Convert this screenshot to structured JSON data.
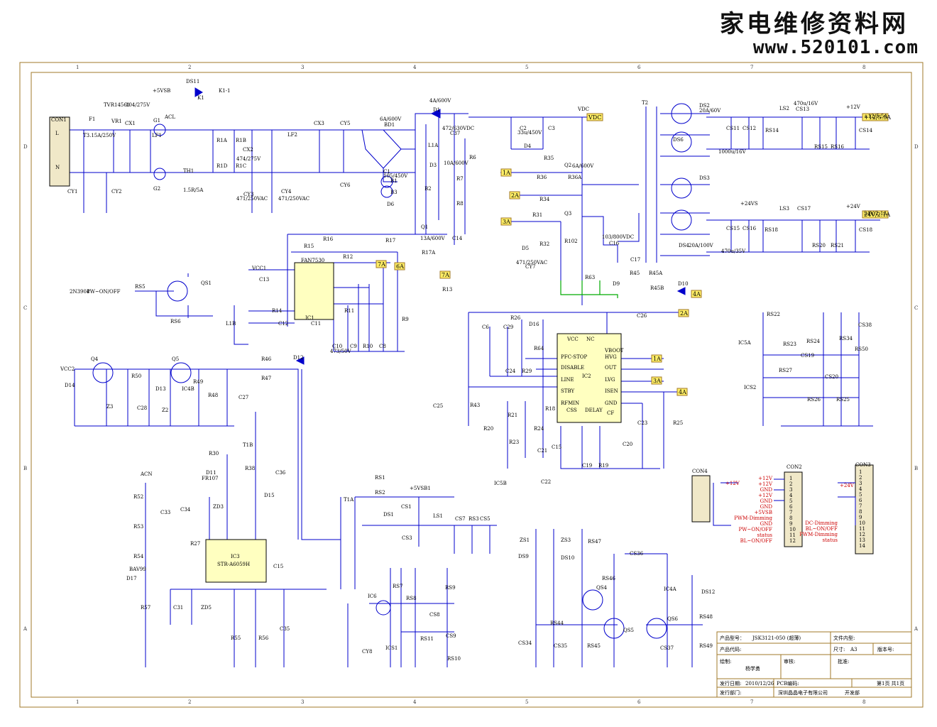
{
  "watermark": {
    "cn": "家电维修资料网",
    "url": "www.520101.com"
  },
  "colors": {
    "wire": "#0000cc",
    "frame": "#a07828",
    "tag": "#ffee66",
    "green": "#00aa00",
    "red": "#cc0000"
  },
  "grid": {
    "cols": [
      "1",
      "2",
      "3",
      "4",
      "5",
      "6",
      "7",
      "8"
    ],
    "rows": [
      "D",
      "C",
      "B",
      "A"
    ]
  },
  "labels": [
    {
      "id": "con1",
      "t": "CON1"
    },
    {
      "id": "L",
      "t": "L"
    },
    {
      "id": "N",
      "t": "N"
    },
    {
      "id": "F1",
      "t": "F1"
    },
    {
      "id": "F1v",
      "t": "T3.15A/250V"
    },
    {
      "id": "VR1",
      "t": "VR1"
    },
    {
      "id": "VR1v",
      "t": "TVR14561"
    },
    {
      "id": "CX1",
      "t": "CX1"
    },
    {
      "id": "CX1v",
      "t": "104/275V"
    },
    {
      "id": "G1",
      "t": "G1"
    },
    {
      "id": "LF1",
      "t": "LF1"
    },
    {
      "id": "G2",
      "t": "G2"
    },
    {
      "id": "TH1",
      "t": "TH1"
    },
    {
      "id": "TH1v",
      "t": "1.5R/5A"
    },
    {
      "id": "ACL",
      "t": "ACL"
    },
    {
      "id": "DS11",
      "t": "DS11"
    },
    {
      "id": "K1",
      "t": "K1"
    },
    {
      "id": "K11",
      "t": "K1-1"
    },
    {
      "id": "p5vsb",
      "t": "+5VSB"
    },
    {
      "id": "R1A",
      "t": "R1A"
    },
    {
      "id": "R1B",
      "t": "R1B"
    },
    {
      "id": "R1C",
      "t": "R1C"
    },
    {
      "id": "R1D",
      "t": "R1D"
    },
    {
      "id": "CX2",
      "t": "CX2"
    },
    {
      "id": "CX2v",
      "t": "474/275V"
    },
    {
      "id": "LF2",
      "t": "LF2"
    },
    {
      "id": "CX3",
      "t": "CX3"
    },
    {
      "id": "CY5",
      "t": "CY5"
    },
    {
      "id": "CY6",
      "t": "CY6"
    },
    {
      "id": "CY1",
      "t": "CY1"
    },
    {
      "id": "CY2",
      "t": "CY2"
    },
    {
      "id": "CY3",
      "t": "CY3"
    },
    {
      "id": "CY4",
      "t": "CY4"
    },
    {
      "id": "CY3v",
      "t": "471/250VAC"
    },
    {
      "id": "CY4v",
      "t": "471/250VAC"
    },
    {
      "id": "BD1",
      "t": "BD1"
    },
    {
      "id": "BD1v",
      "t": "6A/600V"
    },
    {
      "id": "C1",
      "t": "C1"
    },
    {
      "id": "C1v",
      "t": "105/450V"
    },
    {
      "id": "B1",
      "t": "B1"
    },
    {
      "id": "B2",
      "t": "B2"
    },
    {
      "id": "B3",
      "t": "B3"
    },
    {
      "id": "D1",
      "t": "D1"
    },
    {
      "id": "D1v",
      "t": "4A/600V"
    },
    {
      "id": "C37",
      "t": "C37"
    },
    {
      "id": "C37v",
      "t": "472/630VDC"
    },
    {
      "id": "L1A",
      "t": "L1A"
    },
    {
      "id": "D3",
      "t": "D3"
    },
    {
      "id": "D3v",
      "t": "10A/600V"
    },
    {
      "id": "R6",
      "t": "R6"
    },
    {
      "id": "R7",
      "t": "R7"
    },
    {
      "id": "R8",
      "t": "R8"
    },
    {
      "id": "VDC",
      "t": "VDC"
    },
    {
      "id": "C2",
      "t": "C2"
    },
    {
      "id": "C3",
      "t": "C3"
    },
    {
      "id": "C2v",
      "t": "33u/450V"
    },
    {
      "id": "D4",
      "t": "D4"
    },
    {
      "id": "R35",
      "t": "R35"
    },
    {
      "id": "Q2",
      "t": "Q2"
    },
    {
      "id": "Q2v",
      "t": "6A/600V"
    },
    {
      "id": "R36",
      "t": "R36"
    },
    {
      "id": "R34",
      "t": "R34"
    },
    {
      "id": "R36A",
      "t": "R36A"
    },
    {
      "id": "Q3",
      "t": "Q3"
    },
    {
      "id": "R31",
      "t": "R31"
    },
    {
      "id": "R32",
      "t": "R32"
    },
    {
      "id": "D5",
      "t": "D5"
    },
    {
      "id": "R102",
      "t": "R102"
    },
    {
      "id": "R63",
      "t": "R63"
    },
    {
      "id": "C16",
      "t": "C16"
    },
    {
      "id": "C16v",
      "t": "103/800VDC"
    },
    {
      "id": "C17",
      "t": "C17"
    },
    {
      "id": "CY7",
      "t": "CY7"
    },
    {
      "id": "CY7v",
      "t": "471/250VAC"
    },
    {
      "id": "T2",
      "t": "T2"
    },
    {
      "id": "DS2",
      "t": "DS2"
    },
    {
      "id": "DS2v",
      "t": "20A/60V"
    },
    {
      "id": "DS6",
      "t": "DS6"
    },
    {
      "id": "DS3",
      "t": "DS3"
    },
    {
      "id": "DS4",
      "t": "DS4"
    },
    {
      "id": "DS4v",
      "t": "20A/100V"
    },
    {
      "id": "CS11",
      "t": "CS11"
    },
    {
      "id": "CS12",
      "t": "CS12"
    },
    {
      "id": "CS11v",
      "t": "1000u/16V"
    },
    {
      "id": "LS2",
      "t": "LS2"
    },
    {
      "id": "CS13",
      "t": "CS13"
    },
    {
      "id": "CS13v",
      "t": "470u/16V"
    },
    {
      "id": "RS14",
      "t": "RS14"
    },
    {
      "id": "RS15",
      "t": "RS15"
    },
    {
      "id": "RS16",
      "t": "RS16"
    },
    {
      "id": "CS14",
      "t": "CS14"
    },
    {
      "id": "p12v",
      "t": "+12V"
    },
    {
      "id": "p12v55",
      "t": "+12/5.5A"
    },
    {
      "id": "p24vs",
      "t": "+24VS"
    },
    {
      "id": "LS3",
      "t": "LS3"
    },
    {
      "id": "CS17",
      "t": "CS17"
    },
    {
      "id": "CS15",
      "t": "CS15"
    },
    {
      "id": "CS16",
      "t": "CS16"
    },
    {
      "id": "CS15v",
      "t": "470u/35V"
    },
    {
      "id": "RS18",
      "t": "RS18"
    },
    {
      "id": "RS20",
      "t": "RS20"
    },
    {
      "id": "RS21",
      "t": "RS21"
    },
    {
      "id": "CS18",
      "t": "CS18"
    },
    {
      "id": "p24v",
      "t": "+24V"
    },
    {
      "id": "p24v21",
      "t": "24V/2.1A"
    },
    {
      "id": "Q1",
      "t": "Q1"
    },
    {
      "id": "Q1v",
      "t": "13A/600V"
    },
    {
      "id": "D6",
      "t": "D6"
    },
    {
      "id": "R16",
      "t": "R16"
    },
    {
      "id": "R17",
      "t": "R17"
    },
    {
      "id": "R17A",
      "t": "R17A"
    },
    {
      "id": "R13",
      "t": "R13"
    },
    {
      "id": "C14",
      "t": "C14"
    },
    {
      "id": "R15",
      "t": "R15"
    },
    {
      "id": "R12",
      "t": "R12"
    },
    {
      "id": "FAN",
      "t": "FAN7530"
    },
    {
      "id": "IC1",
      "t": "IC1"
    },
    {
      "id": "C13",
      "t": "C13"
    },
    {
      "id": "R14",
      "t": "R14"
    },
    {
      "id": "C12",
      "t": "C12"
    },
    {
      "id": "C11",
      "t": "C11"
    },
    {
      "id": "R11",
      "t": "R11"
    },
    {
      "id": "C10",
      "t": "C10"
    },
    {
      "id": "C9",
      "t": "C9"
    },
    {
      "id": "R10",
      "t": "R10"
    },
    {
      "id": "C8",
      "t": "C8"
    },
    {
      "id": "R9",
      "t": "R9"
    },
    {
      "id": "L1B",
      "t": "L1B"
    },
    {
      "id": "VCC1",
      "t": "VCC1"
    },
    {
      "id": "VCC2",
      "t": "VCC2"
    },
    {
      "id": "C10v",
      "t": "473/50V"
    },
    {
      "id": "QS1",
      "t": "QS1"
    },
    {
      "id": "RS5",
      "t": "RS5"
    },
    {
      "id": "RS6",
      "t": "RS6"
    },
    {
      "id": "pwr",
      "t": "PW~ON/OFF"
    },
    {
      "id": "tr",
      "t": "2N3904"
    },
    {
      "id": "IC2",
      "t": "IC2"
    },
    {
      "id": "VCC",
      "t": "VCC"
    },
    {
      "id": "NC",
      "t": "NC"
    },
    {
      "id": "VBOOT",
      "t": "VBOOT"
    },
    {
      "id": "PFC",
      "t": "PFC-STOP"
    },
    {
      "id": "HVG",
      "t": "HVG"
    },
    {
      "id": "DIS",
      "t": "DISABLE"
    },
    {
      "id": "OUT",
      "t": "OUT"
    },
    {
      "id": "LINE",
      "t": "LINE"
    },
    {
      "id": "LVG",
      "t": "LVG"
    },
    {
      "id": "STBY",
      "t": "STBY"
    },
    {
      "id": "ISEN",
      "t": "ISEN"
    },
    {
      "id": "RFMIN",
      "t": "RFMIN"
    },
    {
      "id": "GND",
      "t": "GND"
    },
    {
      "id": "CSS",
      "t": "CSS"
    },
    {
      "id": "DELAY",
      "t": "DELAY"
    },
    {
      "id": "CF",
      "t": "CF"
    },
    {
      "id": "C6",
      "t": "C6"
    },
    {
      "id": "C29",
      "t": "C29"
    },
    {
      "id": "R26",
      "t": "R26"
    },
    {
      "id": "D16",
      "t": "D16"
    },
    {
      "id": "R64",
      "t": "R64"
    },
    {
      "id": "C24",
      "t": "C24"
    },
    {
      "id": "R29",
      "t": "R29"
    },
    {
      "id": "C25",
      "t": "C25"
    },
    {
      "id": "R43",
      "t": "R43"
    },
    {
      "id": "R21",
      "t": "R21"
    },
    {
      "id": "R18",
      "t": "R18"
    },
    {
      "id": "R20",
      "t": "R20"
    },
    {
      "id": "R24",
      "t": "R24"
    },
    {
      "id": "R23",
      "t": "R23"
    },
    {
      "id": "C15a",
      "t": "C15"
    },
    {
      "id": "C21",
      "t": "C21"
    },
    {
      "id": "C19",
      "t": "C19"
    },
    {
      "id": "R19",
      "t": "R19"
    },
    {
      "id": "C20",
      "t": "C20"
    },
    {
      "id": "C23",
      "t": "C23"
    },
    {
      "id": "R25",
      "t": "R25"
    },
    {
      "id": "C26",
      "t": "C26"
    },
    {
      "id": "IC5B",
      "t": "IC5B"
    },
    {
      "id": "C22",
      "t": "C22"
    },
    {
      "id": "D9",
      "t": "D9"
    },
    {
      "id": "D10",
      "t": "D10"
    },
    {
      "id": "R45",
      "t": "R45"
    },
    {
      "id": "R45A",
      "t": "R45A"
    },
    {
      "id": "R45B",
      "t": "R45B"
    },
    {
      "id": "Q4",
      "t": "Q4"
    },
    {
      "id": "Q5",
      "t": "Q5"
    },
    {
      "id": "R50",
      "t": "R50"
    },
    {
      "id": "D13",
      "t": "D13"
    },
    {
      "id": "IC4B",
      "t": "IC4B"
    },
    {
      "id": "R49",
      "t": "R49"
    },
    {
      "id": "R48",
      "t": "R48"
    },
    {
      "id": "C27",
      "t": "C27"
    },
    {
      "id": "Z3",
      "t": "Z3"
    },
    {
      "id": "C28",
      "t": "C28"
    },
    {
      "id": "Z2",
      "t": "Z2"
    },
    {
      "id": "R46",
      "t": "R46"
    },
    {
      "id": "R47",
      "t": "R47"
    },
    {
      "id": "D12",
      "t": "D12"
    },
    {
      "id": "D14",
      "t": "D14"
    },
    {
      "id": "RS22",
      "t": "RS22"
    },
    {
      "id": "IC5A",
      "t": "IC5A"
    },
    {
      "id": "RS23",
      "t": "RS23"
    },
    {
      "id": "RS24",
      "t": "RS24"
    },
    {
      "id": "CS19",
      "t": "CS19"
    },
    {
      "id": "RS34",
      "t": "RS34"
    },
    {
      "id": "RS50",
      "t": "RS50"
    },
    {
      "id": "CS38",
      "t": "CS38"
    },
    {
      "id": "RS27",
      "t": "RS27"
    },
    {
      "id": "CS20",
      "t": "CS20"
    },
    {
      "id": "ICS2",
      "t": "ICS2"
    },
    {
      "id": "RS26",
      "t": "RS26"
    },
    {
      "id": "RS25",
      "t": "RS25"
    },
    {
      "id": "T1B",
      "t": "T1B"
    },
    {
      "id": "R30",
      "t": "R30"
    },
    {
      "id": "D11",
      "t": "D11"
    },
    {
      "id": "FR107",
      "t": "FR107"
    },
    {
      "id": "R38",
      "t": "R38"
    },
    {
      "id": "C36",
      "t": "C36"
    },
    {
      "id": "D15",
      "t": "D15"
    },
    {
      "id": "ACN",
      "t": "ACN"
    },
    {
      "id": "R52",
      "t": "R52"
    },
    {
      "id": "R53",
      "t": "R53"
    },
    {
      "id": "R54",
      "t": "R54"
    },
    {
      "id": "C33",
      "t": "C33"
    },
    {
      "id": "C34",
      "t": "C34"
    },
    {
      "id": "ZD3",
      "t": "ZD3"
    },
    {
      "id": "IC3",
      "t": "IC3"
    },
    {
      "id": "STR",
      "t": "STR-A6059H"
    },
    {
      "id": "C15b",
      "t": "C15"
    },
    {
      "id": "R27",
      "t": "R27"
    },
    {
      "id": "BAV",
      "t": "BAV99"
    },
    {
      "id": "D17",
      "t": "D17"
    },
    {
      "id": "R57",
      "t": "R57"
    },
    {
      "id": "C31",
      "t": "C31"
    },
    {
      "id": "ZD5",
      "t": "ZD5"
    },
    {
      "id": "R55",
      "t": "R55"
    },
    {
      "id": "R56",
      "t": "R56"
    },
    {
      "id": "C35",
      "t": "C35"
    },
    {
      "id": "T1A",
      "t": "T1A"
    },
    {
      "id": "RS1",
      "t": "RS1"
    },
    {
      "id": "RS2",
      "t": "RS2"
    },
    {
      "id": "DS1",
      "t": "DS1"
    },
    {
      "id": "CS1",
      "t": "CS1"
    },
    {
      "id": "LS1",
      "t": "LS1"
    },
    {
      "id": "CS7",
      "t": "CS7"
    },
    {
      "id": "RS3",
      "t": "RS3"
    },
    {
      "id": "CS5",
      "t": "CS5"
    },
    {
      "id": "CS3",
      "t": "CS3"
    },
    {
      "id": "p5v1",
      "t": "+5VSB1"
    },
    {
      "id": "IC6",
      "t": "IC6"
    },
    {
      "id": "RS7",
      "t": "RS7"
    },
    {
      "id": "RS8",
      "t": "RS8"
    },
    {
      "id": "RS9",
      "t": "RS9"
    },
    {
      "id": "CS8",
      "t": "CS8"
    },
    {
      "id": "RS11",
      "t": "RS11"
    },
    {
      "id": "CS9",
      "t": "CS9"
    },
    {
      "id": "RS10",
      "t": "RS10"
    },
    {
      "id": "ICS1",
      "t": "ICS1"
    },
    {
      "id": "CY8",
      "t": "CY8"
    },
    {
      "id": "ZS1",
      "t": "ZS1"
    },
    {
      "id": "ZS3",
      "t": "ZS3"
    },
    {
      "id": "DS9",
      "t": "DS9"
    },
    {
      "id": "DS10",
      "t": "DS10"
    },
    {
      "id": "RS47",
      "t": "RS47"
    },
    {
      "id": "CS36",
      "t": "CS36"
    },
    {
      "id": "RS46",
      "t": "RS46"
    },
    {
      "id": "QS4",
      "t": "QS4"
    },
    {
      "id": "IC4A",
      "t": "IC4A"
    },
    {
      "id": "DS12",
      "t": "DS12"
    },
    {
      "id": "RS44",
      "t": "RS44"
    },
    {
      "id": "QS5",
      "t": "QS5"
    },
    {
      "id": "QS6",
      "t": "QS6"
    },
    {
      "id": "RS48",
      "t": "RS48"
    },
    {
      "id": "CS34",
      "t": "CS34"
    },
    {
      "id": "CS35",
      "t": "CS35"
    },
    {
      "id": "RS45",
      "t": "RS45"
    },
    {
      "id": "CS37",
      "t": "CS37"
    },
    {
      "id": "RS49",
      "t": "RS49"
    },
    {
      "id": "CON4",
      "t": "CON4"
    },
    {
      "id": "CON2",
      "t": "CON2"
    },
    {
      "id": "CON3",
      "t": "CON3"
    }
  ],
  "con2": {
    "title": "CON2",
    "pins": [
      "+12V",
      "+12V",
      "GND",
      "+12V",
      "GND",
      "GND",
      "+5VSB",
      "PWM-Dimming",
      "GND",
      "PW~ON/OFF",
      "status",
      "BL~ON/OFF"
    ]
  },
  "con3": {
    "title": "CON3",
    "pins": [
      "",
      "",
      "",
      "",
      "",
      "",
      "",
      "",
      "",
      "DC-Dimming",
      "BL~ON/OFF",
      "PWM-Dimming",
      "status",
      ""
    ],
    "supply": "+24V"
  },
  "con4": {
    "title": "CON4",
    "supply": "+12V"
  },
  "titleblock": {
    "product_model_label": "产品型号：",
    "product_model": "JSK3121-050 (超薄)",
    "file_label": "文件内型:",
    "product_code_label": "产品代码:",
    "size_label": "尺寸:",
    "size": "A3",
    "version_label": "版本号:",
    "drawn_label": "绘制:",
    "drawn": "杨学勇",
    "review_label": "审核:",
    "approve_label": "批准:",
    "date_label": "发行日期:",
    "date": "2010/12/26",
    "pcb_label": "PCB编码:",
    "page": "第1页 共1页",
    "dept_label": "发行部门:",
    "company": "深圳晶晶电子有限公司",
    "dept": "开发部"
  }
}
